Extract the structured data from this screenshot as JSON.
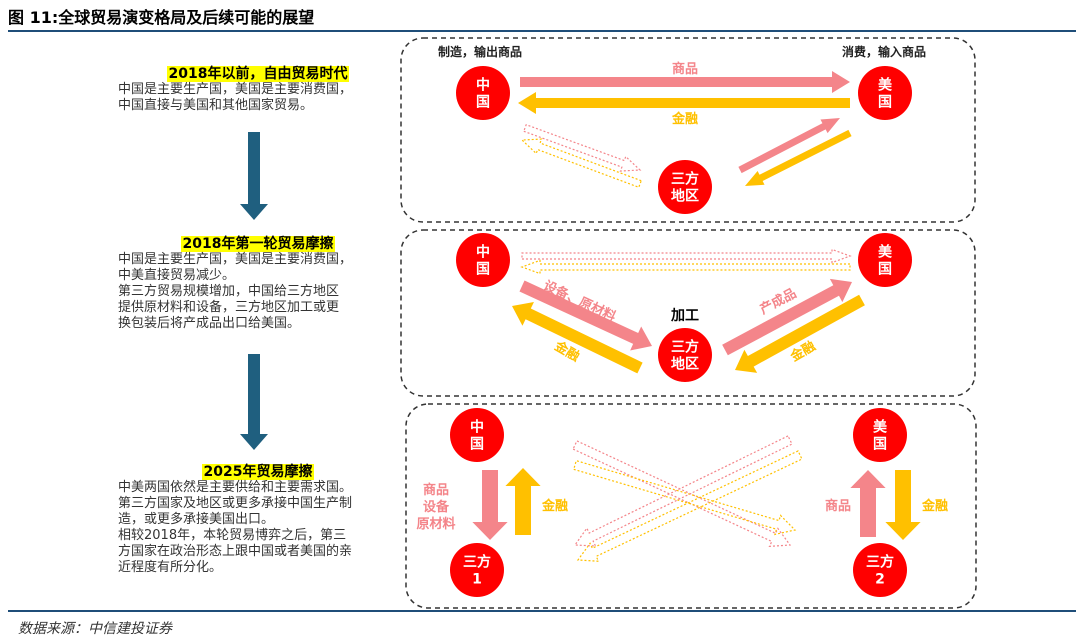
{
  "title": "图 11:全球贸易演变格局及后续可能的展望",
  "source": "数据来源：中信建投证券",
  "colors": {
    "goods": "#f4858a",
    "finance": "#ffc000",
    "node": "#ff0000",
    "arrow": "#1f5f7f"
  },
  "stages": [
    {
      "heading": "2018年以前，自由贸易时代",
      "lines": [
        "中国是主要生产国，美国是主要消费国，",
        "中国直接与美国和其他国家贸易。"
      ]
    },
    {
      "heading": "2018年第一轮贸易摩擦",
      "lines": [
        "中国是主要生产国，美国是主要消费国，",
        "中美直接贸易减少。",
        "第三方贸易规模增加，中国给三方地区",
        "提供原材料和设备，三方地区加工或更",
        "换包装后将产成品出口给美国。"
      ]
    },
    {
      "heading": "2025年贸易摩擦",
      "lines": [
        "中美两国依然是主要供给和主要需求国。",
        "第三方国家及地区或更多承接中国生产制",
        "造，或更多承接美国出口。",
        "相较2018年，本轮贸易博弈之后，第三",
        "方国家在政治形态上跟中国或者美国的亲",
        "近程度有所分化。"
      ]
    }
  ],
  "panel1": {
    "left_caption": "制造，输出商品",
    "right_caption": "消费，输入商品",
    "china": [
      "中",
      "国"
    ],
    "usa": [
      "美",
      "国"
    ],
    "third": [
      "三方",
      "地区"
    ],
    "goods": "商品",
    "finance": "金融"
  },
  "panel2": {
    "china": [
      "中",
      "国"
    ],
    "usa": [
      "美",
      "国"
    ],
    "third": [
      "三方",
      "地区"
    ],
    "process": "加工",
    "equipment": "设备、原材料",
    "products": "产成品",
    "finance": "金融"
  },
  "panel3": {
    "china": [
      "中",
      "国"
    ],
    "usa": [
      "美",
      "国"
    ],
    "third1": [
      "三方",
      "1"
    ],
    "third2": [
      "三方",
      "2"
    ],
    "left_goods": [
      "商品",
      "设备",
      "原材料"
    ],
    "finance": "金融",
    "right_goods": "商品"
  }
}
